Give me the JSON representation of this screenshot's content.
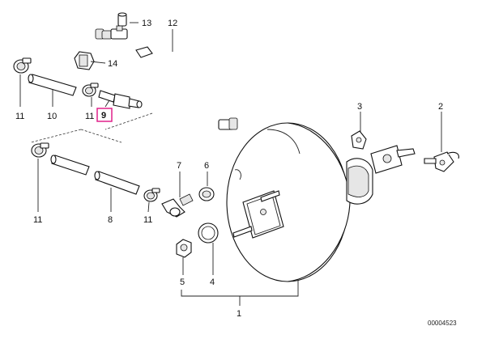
{
  "diagram": {
    "callouts": {
      "c1": "1",
      "c2": "2",
      "c3": "3",
      "c4": "4",
      "c5": "5",
      "c6": "6",
      "c7": "7",
      "c8": "8",
      "c9": "9",
      "c10": "10",
      "c11a": "11",
      "c11b": "11",
      "c11c": "11",
      "c11d": "11",
      "c12": "12",
      "c13": "13",
      "c14": "14"
    },
    "document_number": "00004523",
    "highlight_color": "#e0218a"
  }
}
